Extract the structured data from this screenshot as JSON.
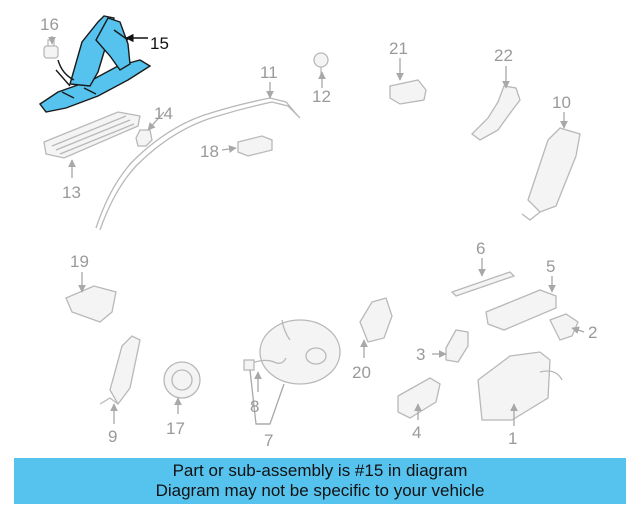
{
  "highlight_color": "#56c3ee",
  "callouts": {
    "c1": "1",
    "c2": "2",
    "c3": "3",
    "c4": "4",
    "c5": "5",
    "c6": "6",
    "c7": "7",
    "c8": "8",
    "c9": "9",
    "c10": "10",
    "c11": "11",
    "c12": "12",
    "c13": "13",
    "c14": "14",
    "c15": "15",
    "c16": "16",
    "c17": "17",
    "c18": "18",
    "c19": "19",
    "c20": "20",
    "c21": "21",
    "c22": "22"
  },
  "banner": {
    "line1": "Part or sub-assembly is #15 in diagram",
    "line2": "Diagram may not be specific to your vehicle"
  }
}
